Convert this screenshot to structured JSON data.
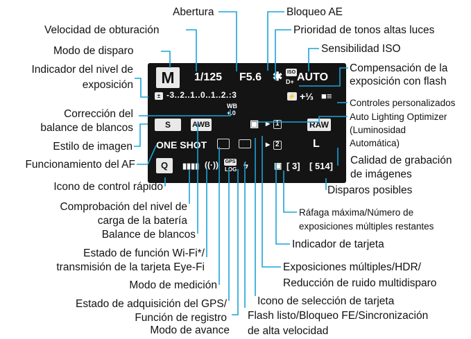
{
  "screen": {
    "mode": "M",
    "shutter": "1/125",
    "aperture": "F5.6",
    "ae_lock": "✱",
    "iso_badge": "ISO",
    "iso_value": "AUTO",
    "htp": "D+",
    "scale": "-3..2..1..0..1..2.:3",
    "flash_comp": "+⅓",
    "wb_corr_top": "WB",
    "wb_corr_bot": "+.0",
    "picture_style": "S",
    "awb": "AWB",
    "raw": "RAW",
    "af_mode": "ONE SHOT",
    "quality": "L",
    "q": "Q",
    "gps_top": "GPS",
    "gps_bot": "LOG",
    "card_num": "1",
    "card_num2": "2",
    "burst": "3",
    "shots": "514"
  },
  "labels": {
    "abertura": "Abertura",
    "bloqueo_ae": "Bloqueo AE",
    "velocidad": "Velocidad de obturación",
    "prioridad": "Prioridad de tonos altas luces",
    "modo_disparo": "Modo de disparo",
    "iso": "Sensibilidad ISO",
    "indicador_1": "Indicador del nivel de",
    "indicador_2": "exposición",
    "comp_flash_1": "Compensación de la",
    "comp_flash_2": "exposición con flash",
    "controles": "Controles personalizados",
    "correccion_1": "Corrección del",
    "correccion_2": "balance de blancos",
    "alo_1": "Auto Lighting Optimizer",
    "alo_2": "(Luminosidad",
    "alo_3": "Automática)",
    "estilo": "Estilo de imagen",
    "funcionamiento_af": "Funcionamiento del AF",
    "calidad_1": "Calidad de grabación",
    "calidad_2": "de imágenes",
    "icono_control": "Icono de control rápido",
    "disparos": "Disparos posibles",
    "bateria_1": "Comprobación del nivel de",
    "bateria_2": "carga de la batería",
    "rafaga_1": "Ráfaga máxima/Número de",
    "rafaga_2": "exposiciones múltiples restantes",
    "balance": "Balance de blancos",
    "wifi_1": "Estado de función Wi-Fi*/",
    "wifi_2": "transmisión de la tarjeta Eye-Fi",
    "indicador_tarjeta": "Indicador de tarjeta",
    "medicion": "Modo de medición",
    "multi_1": "Exposiciones múltiples/HDR/",
    "multi_2": "Reducción de ruido multidisparo",
    "gps_1": "Estado de adquisición del GPS/",
    "gps_2": "Función de registro",
    "seleccion_tarjeta": "Icono de selección de tarjeta",
    "avance": "Modo de avance",
    "flash_1": "Flash listo/Bloqueo FE/Sincronización",
    "flash_2": "de alta velocidad"
  },
  "colors": {
    "leader": "#1aa3d9",
    "screen_bg": "#141414"
  }
}
